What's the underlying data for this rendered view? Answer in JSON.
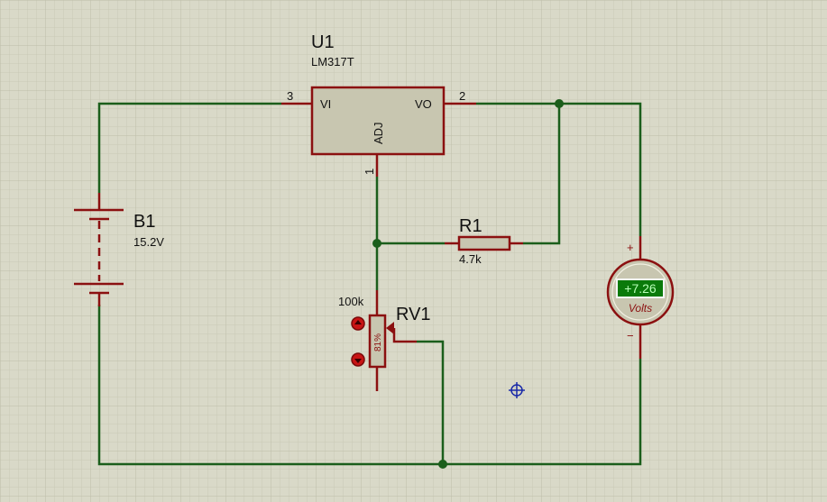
{
  "components": {
    "u1": {
      "ref": "U1",
      "part": "LM317T",
      "pin_vi": "VI",
      "pin_vo": "VO",
      "pin_adj": "ADJ",
      "num_vi": "3",
      "num_vo": "2",
      "num_adj": "1"
    },
    "b1": {
      "ref": "B1",
      "value": "15.2V"
    },
    "r1": {
      "ref": "R1",
      "value": "4.7k"
    },
    "rv1": {
      "ref": "RV1",
      "value": "100k",
      "position": "81%"
    },
    "voltmeter": {
      "reading": "+7.26",
      "unit": "Volts",
      "plus": "+",
      "minus": "−"
    }
  },
  "colors": {
    "background": "#d9d9c8",
    "grid": "#c6c6b4",
    "wire": "#1b5e1b",
    "component_outline": "#8b1010",
    "component_fill": "#c8c6b0",
    "display_bg": "#0a7a0a",
    "display_text": "#b8ffb8"
  }
}
